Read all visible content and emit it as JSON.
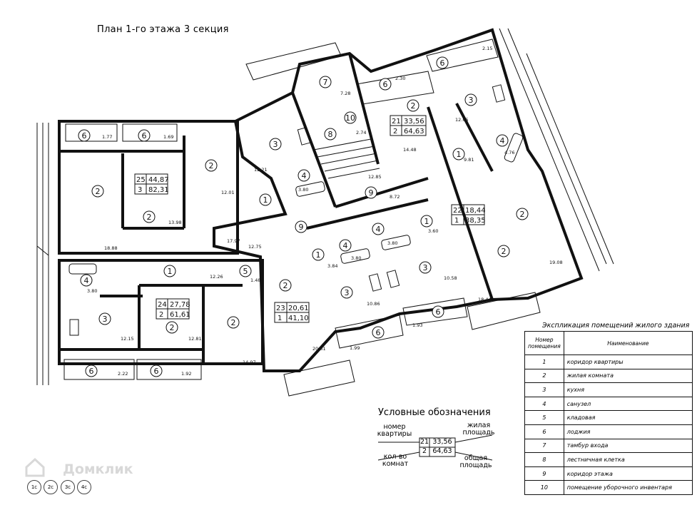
{
  "title": "План 1-го этажа 3 секция",
  "explication": {
    "title": "Экспликация помещений жилого здания",
    "col_number": "Номер помещения",
    "col_name": "Наименование",
    "rows": [
      {
        "n": "1",
        "name": "коридор квартиры"
      },
      {
        "n": "2",
        "name": "жилая комната"
      },
      {
        "n": "3",
        "name": "кухня"
      },
      {
        "n": "4",
        "name": "санузел"
      },
      {
        "n": "5",
        "name": "кладовая"
      },
      {
        "n": "6",
        "name": "лоджия"
      },
      {
        "n": "7",
        "name": "тамбур входа"
      },
      {
        "n": "8",
        "name": "лестничная клетка"
      },
      {
        "n": "9",
        "name": "коридор этажа"
      },
      {
        "n": "10",
        "name": "помещение уборочного инвентаря"
      }
    ]
  },
  "legend": {
    "title": "Условные обозначения",
    "apt_number": "номер квартиры",
    "rooms_count": "кол-во комнат",
    "living_area": "жилая площадь",
    "total_area": "общая площадь",
    "sample": {
      "apt": "21",
      "living": "33,56",
      "rooms": "2",
      "total": "64,63"
    }
  },
  "watermark": "Домклик",
  "stamps": [
    "1с",
    "2с",
    "3с",
    "4с"
  ],
  "apartments": [
    {
      "apt": "25",
      "living": "44,87",
      "rooms": "3",
      "total": "82,31"
    },
    {
      "apt": "24",
      "living": "27,78",
      "rooms": "2",
      "total": "61,61"
    },
    {
      "apt": "23",
      "living": "20,61",
      "rooms": "1",
      "total": "41,10"
    },
    {
      "apt": "21",
      "living": "33,56",
      "rooms": "2",
      "total": "64,63"
    },
    {
      "apt": "22",
      "living": "18,44",
      "rooms": "1",
      "total": "38,35"
    }
  ],
  "room_labels": [
    {
      "id": "r1",
      "n": "6"
    },
    {
      "id": "r2",
      "n": "6"
    },
    {
      "id": "r3",
      "n": "2"
    },
    {
      "id": "r4",
      "n": "2"
    },
    {
      "id": "r5",
      "n": "2"
    },
    {
      "id": "r6",
      "n": "3"
    },
    {
      "id": "r7",
      "n": "4"
    },
    {
      "id": "r8",
      "n": "1"
    },
    {
      "id": "r9",
      "n": "8"
    },
    {
      "id": "r10",
      "n": "10"
    },
    {
      "id": "r11",
      "n": "7"
    },
    {
      "id": "r12",
      "n": "9"
    },
    {
      "id": "r13",
      "n": "9"
    },
    {
      "id": "r14",
      "n": "1"
    },
    {
      "id": "r15",
      "n": "4"
    },
    {
      "id": "r16",
      "n": "3"
    },
    {
      "id": "r17",
      "n": "2"
    },
    {
      "id": "r18",
      "n": "5"
    },
    {
      "id": "r19",
      "n": "2"
    },
    {
      "id": "r20",
      "n": "6"
    },
    {
      "id": "r21",
      "n": "6"
    },
    {
      "id": "r22",
      "n": "2"
    },
    {
      "id": "r23",
      "n": "1"
    },
    {
      "id": "r24",
      "n": "4"
    },
    {
      "id": "r25",
      "n": "3"
    },
    {
      "id": "r26",
      "n": "6"
    },
    {
      "id": "r27",
      "n": "1"
    },
    {
      "id": "r28",
      "n": "4"
    },
    {
      "id": "r29",
      "n": "3"
    },
    {
      "id": "r30",
      "n": "2"
    },
    {
      "id": "r31",
      "n": "6"
    },
    {
      "id": "r32",
      "n": "2"
    },
    {
      "id": "r33",
      "n": "6"
    },
    {
      "id": "r34",
      "n": "2"
    },
    {
      "id": "r35",
      "n": "6"
    },
    {
      "id": "r36",
      "n": "3"
    },
    {
      "id": "r37",
      "n": "4"
    },
    {
      "id": "r38",
      "n": "1"
    }
  ],
  "areas": [
    {
      "id": "a1",
      "v": "1.77"
    },
    {
      "id": "a2",
      "v": "1.69"
    },
    {
      "id": "a3",
      "v": "13.98"
    },
    {
      "id": "a4",
      "v": "18.88"
    },
    {
      "id": "a5",
      "v": "12.01"
    },
    {
      "id": "a6",
      "v": "17.97"
    },
    {
      "id": "a7",
      "v": "12.21"
    },
    {
      "id": "a8",
      "v": "3.80"
    },
    {
      "id": "a9",
      "v": "12.75"
    },
    {
      "id": "a10",
      "v": "7.28"
    },
    {
      "id": "a11",
      "v": "2.74"
    },
    {
      "id": "a12",
      "v": "12.85"
    },
    {
      "id": "a13",
      "v": "8.72"
    },
    {
      "id": "a14",
      "v": "2.30"
    },
    {
      "id": "a15",
      "v": "14.48"
    },
    {
      "id": "a16",
      "v": "12.05"
    },
    {
      "id": "a17",
      "v": "9.81"
    },
    {
      "id": "a18",
      "v": "4.76"
    },
    {
      "id": "a19",
      "v": "2.15"
    },
    {
      "id": "a20",
      "v": "3.60"
    },
    {
      "id": "a21",
      "v": "3.80"
    },
    {
      "id": "a22",
      "v": "3.84"
    },
    {
      "id": "a23",
      "v": "3.80"
    },
    {
      "id": "a24",
      "v": "10.86"
    },
    {
      "id": "a25",
      "v": "10.58"
    },
    {
      "id": "a26",
      "v": "18.44"
    },
    {
      "id": "a27",
      "v": "19.08"
    },
    {
      "id": "a28",
      "v": "1.93"
    },
    {
      "id": "a29",
      "v": "1.99"
    },
    {
      "id": "a30",
      "v": "20.61"
    },
    {
      "id": "a31",
      "v": "1.48"
    },
    {
      "id": "a32",
      "v": "12.26"
    },
    {
      "id": "a33",
      "v": "3.80"
    },
    {
      "id": "a34",
      "v": "12.15"
    },
    {
      "id": "a35",
      "v": "12.81"
    },
    {
      "id": "a36",
      "v": "14.97"
    },
    {
      "id": "a37",
      "v": "2.22"
    },
    {
      "id": "a38",
      "v": "1.92"
    }
  ]
}
